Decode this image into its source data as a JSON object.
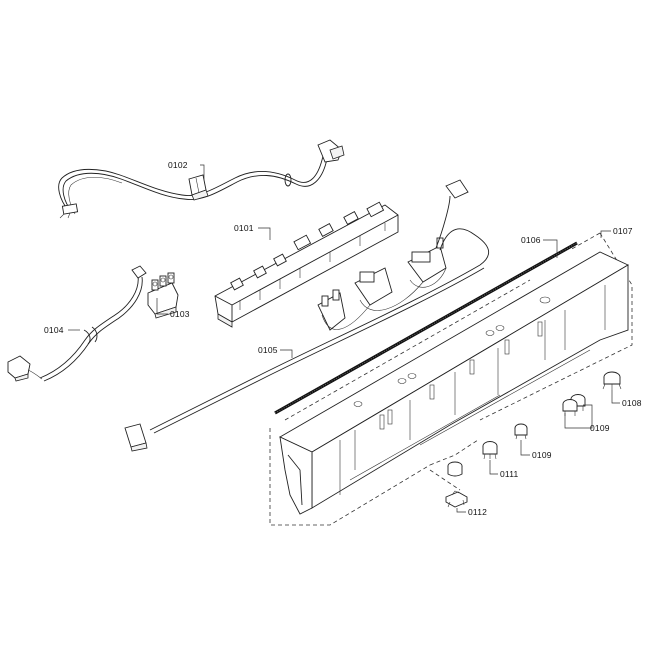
{
  "diagram": {
    "type": "exploded-parts-diagram",
    "subject": "dishwasher control panel assembly",
    "background": "#ffffff",
    "line_color": "#222222"
  },
  "parts": [
    {
      "id": "0101",
      "label": "0101",
      "description": "control module / printed circuit board"
    },
    {
      "id": "0102",
      "label": "0102",
      "description": "upper wiring harness with connector"
    },
    {
      "id": "0103",
      "label": "0103",
      "description": "switch / connector block"
    },
    {
      "id": "0104",
      "label": "0104",
      "description": "wire harness with terminal plug"
    },
    {
      "id": "0105",
      "label": "0105",
      "description": "ribbon cable harness"
    },
    {
      "id": "0106",
      "label": "0106",
      "description": "seal strip / rod"
    },
    {
      "id": "0107",
      "label": "0107",
      "description": "control panel fascia"
    },
    {
      "id": "0108",
      "label": "0108",
      "description": "push button"
    },
    {
      "id": "0109a",
      "label": "0109",
      "description": "double push button"
    },
    {
      "id": "0109b",
      "label": "0109",
      "description": "push button"
    },
    {
      "id": "0111",
      "label": "0111",
      "description": "push button"
    },
    {
      "id": "0112",
      "label": "0112",
      "description": "button clip / holder"
    }
  ]
}
